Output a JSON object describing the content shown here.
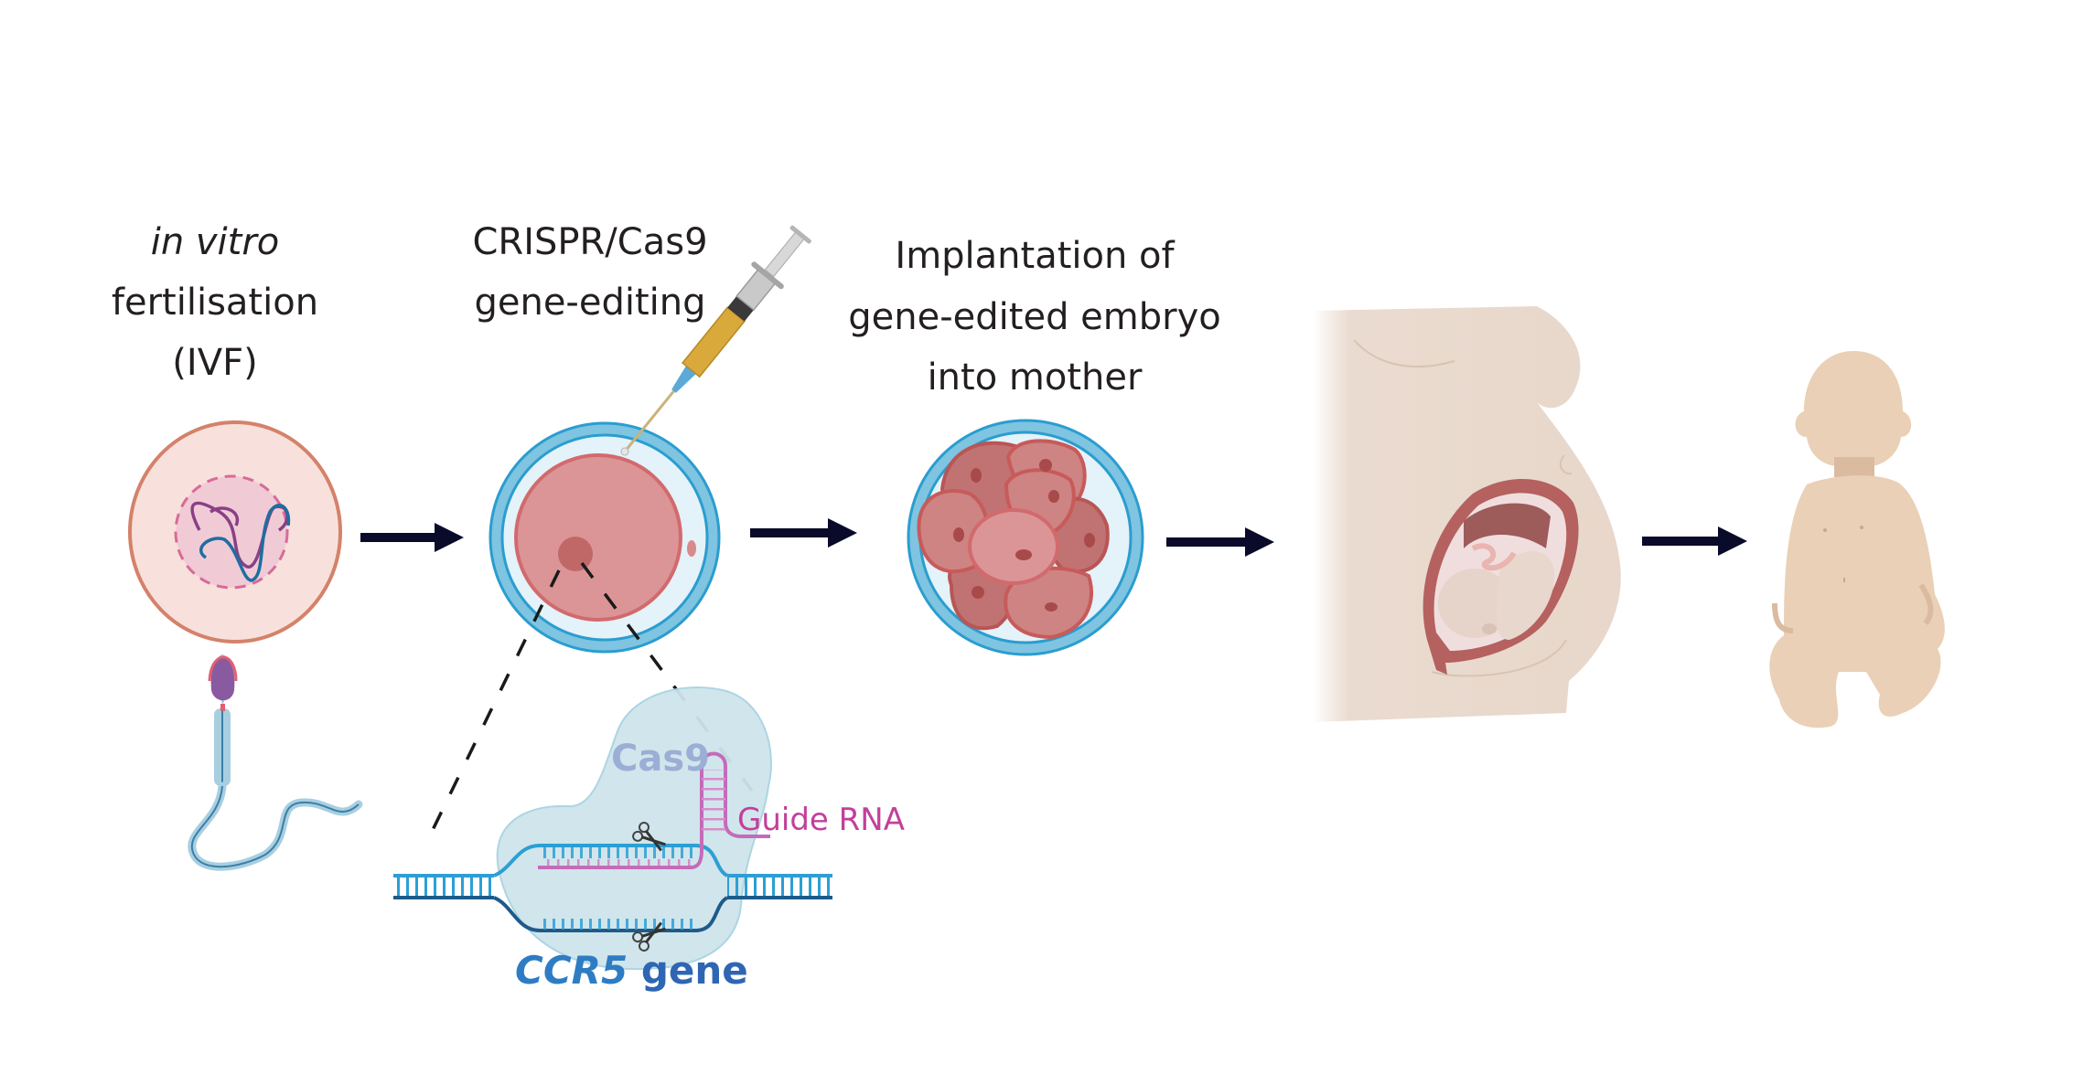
{
  "figure": {
    "title": "CRISPR/Cas9 gene-edited baby workflow",
    "steps": [
      {
        "id": "ivf",
        "label_lines": [
          "in vitro",
          "fertilisation",
          "(IVF)"
        ],
        "italic_line": 0
      },
      {
        "id": "gene-editing",
        "label_lines": [
          "CRISPR/Cas9",
          "gene-editing"
        ]
      },
      {
        "id": "implantation",
        "label_lines": [
          "Implantation of",
          "gene-edited embryo",
          "into mother"
        ]
      },
      {
        "id": "pregnancy",
        "label_lines": []
      },
      {
        "id": "baby",
        "label_lines": []
      }
    ],
    "inset": {
      "protein_label": "Cas9",
      "guide_label": "Guide RNA",
      "gene_italic": "CCR5",
      "gene_suffix": " gene"
    },
    "arrow_count": 4,
    "colors": {
      "text": "#231f20",
      "arrow": "#0a0b2a",
      "egg_fill": "#f8e1dc",
      "egg_border": "#d4826a",
      "zona_outer": "#7fc4e0",
      "zona_border": "#2a9dd0",
      "cytoplasm": "#db9596",
      "cytoplasm_border": "#d26a6d",
      "cas9_blob": "#cfe4ec",
      "guide_rna": "#c46bb9",
      "dna_light": "#2c9fd4",
      "dna_dark": "#1d5b8a",
      "skin": "#ead0b6",
      "uterus": "#b5615f"
    }
  }
}
